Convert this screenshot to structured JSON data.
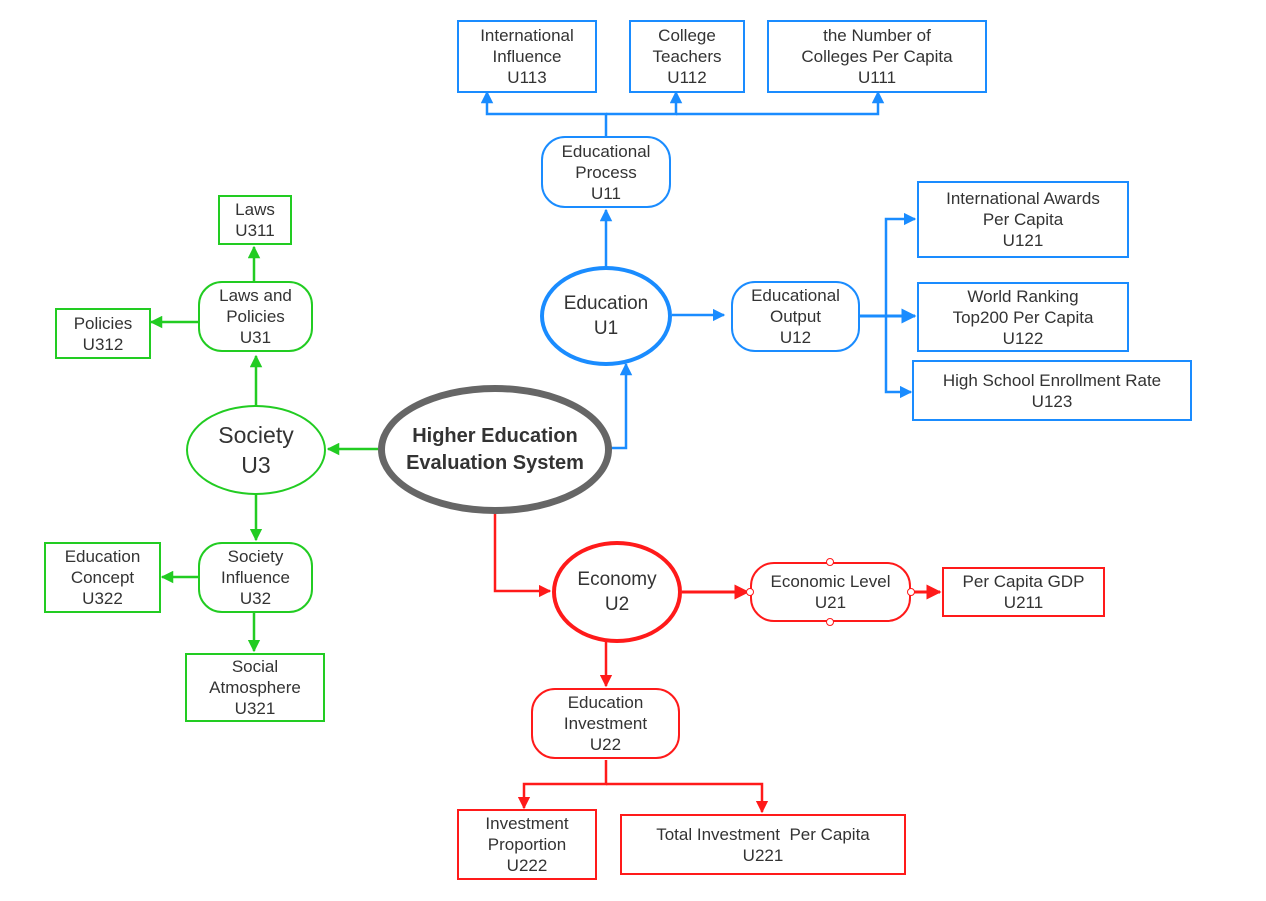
{
  "colors": {
    "education": "#1a8cff",
    "economy": "#ff1a1a",
    "society": "#22cc22",
    "root_border": "#666666",
    "text": "#333333"
  },
  "root": {
    "line1": "Higher Education",
    "line2": "Evaluation System"
  },
  "education": {
    "main": {
      "line1": "Education",
      "line2": "U1"
    },
    "process": {
      "line1": "Educational",
      "line2": "Process",
      "line3": "U11"
    },
    "output": {
      "line1": "Educational",
      "line2": "Output",
      "line3": "U12"
    },
    "u113": {
      "line1": "International",
      "line2": "Influence",
      "line3": "U113"
    },
    "u112": {
      "line1": "College",
      "line2": "Teachers",
      "line3": "U112"
    },
    "u111": {
      "line1": "the Number of",
      "line2": "Colleges Per Capita",
      "line3": "U111"
    },
    "u121": {
      "line1": "International Awards",
      "line2": "Per Capita",
      "line3": "U121"
    },
    "u122": {
      "line1": "World Ranking",
      "line2": "Top200 Per Capita",
      "line3": "U122"
    },
    "u123": {
      "line1": "High School Enrollment Rate",
      "line2": "U123"
    }
  },
  "economy": {
    "main": {
      "line1": "Economy",
      "line2": "U2"
    },
    "level": {
      "line1": "Economic Level",
      "line2": "U21"
    },
    "u211": {
      "line1": "Per Capita GDP",
      "line2": "U211"
    },
    "investment": {
      "line1": "Education",
      "line2": "Investment",
      "line3": "U22"
    },
    "u222": {
      "line1": "Investment",
      "line2": "Proportion",
      "line3": "U222"
    },
    "u221": {
      "line1": "Total Investment  Per Capita",
      "line2": "U221"
    }
  },
  "society": {
    "main": {
      "line1": "Society",
      "line2": "U3"
    },
    "laws": {
      "line1": "Laws and",
      "line2": "Policies",
      "line3": "U31"
    },
    "u311": {
      "line1": "Laws",
      "line2": "U311"
    },
    "u312": {
      "line1": "Policies",
      "line2": "U312"
    },
    "influence": {
      "line1": "Society",
      "line2": "Influence",
      "line3": "U32"
    },
    "u322": {
      "line1": "Education",
      "line2": "Concept",
      "line3": "U322"
    },
    "u321": {
      "line1": "Social",
      "line2": "Atmosphere",
      "line3": "U321"
    }
  }
}
